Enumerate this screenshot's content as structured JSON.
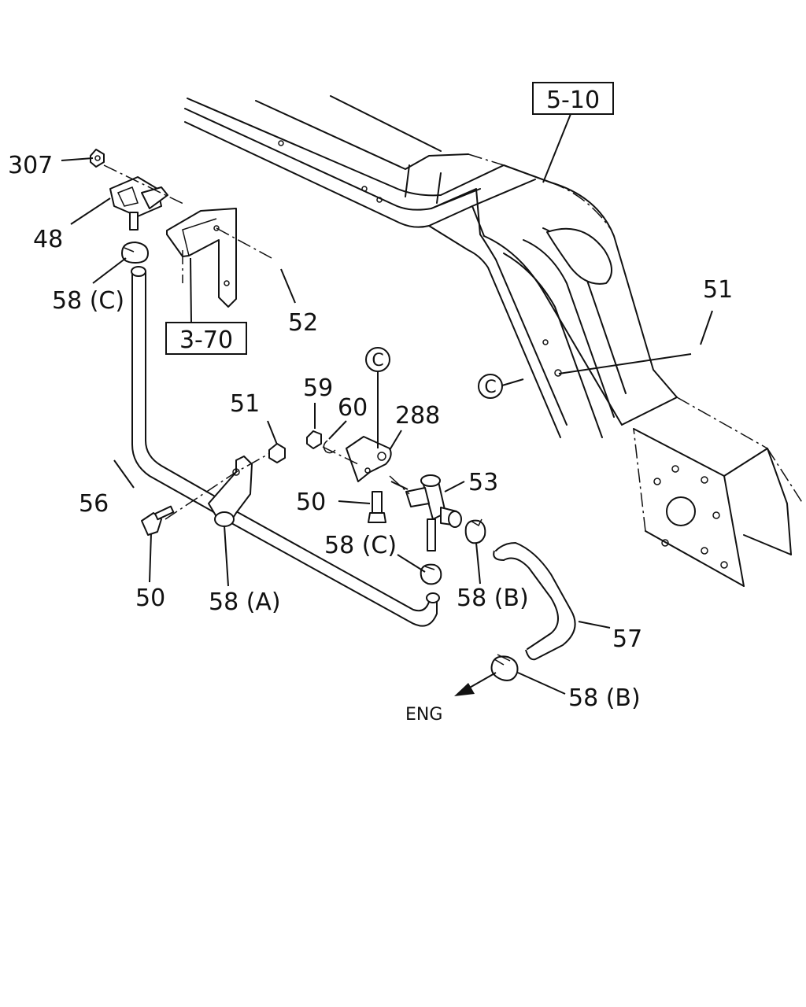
{
  "ref_boxes": {
    "frame": "5-10",
    "bracket": "3-70"
  },
  "circle_refs": {
    "top": "C",
    "frame": "C"
  },
  "labels": {
    "p307": "307",
    "p48": "48",
    "p58c_top": "58 (C)",
    "p52": "52",
    "p51_right": "51",
    "p59": "59",
    "p60": "60",
    "p288": "288",
    "p51_left": "51",
    "p53": "53",
    "p56": "56",
    "p50_mid": "50",
    "p58c_mid": "58 (C)",
    "p50_left": "50",
    "p58a": "58 (A)",
    "p58b_mid": "58 (B)",
    "p57": "57",
    "p58b_bottom": "58 (B)",
    "eng": "ENG"
  }
}
